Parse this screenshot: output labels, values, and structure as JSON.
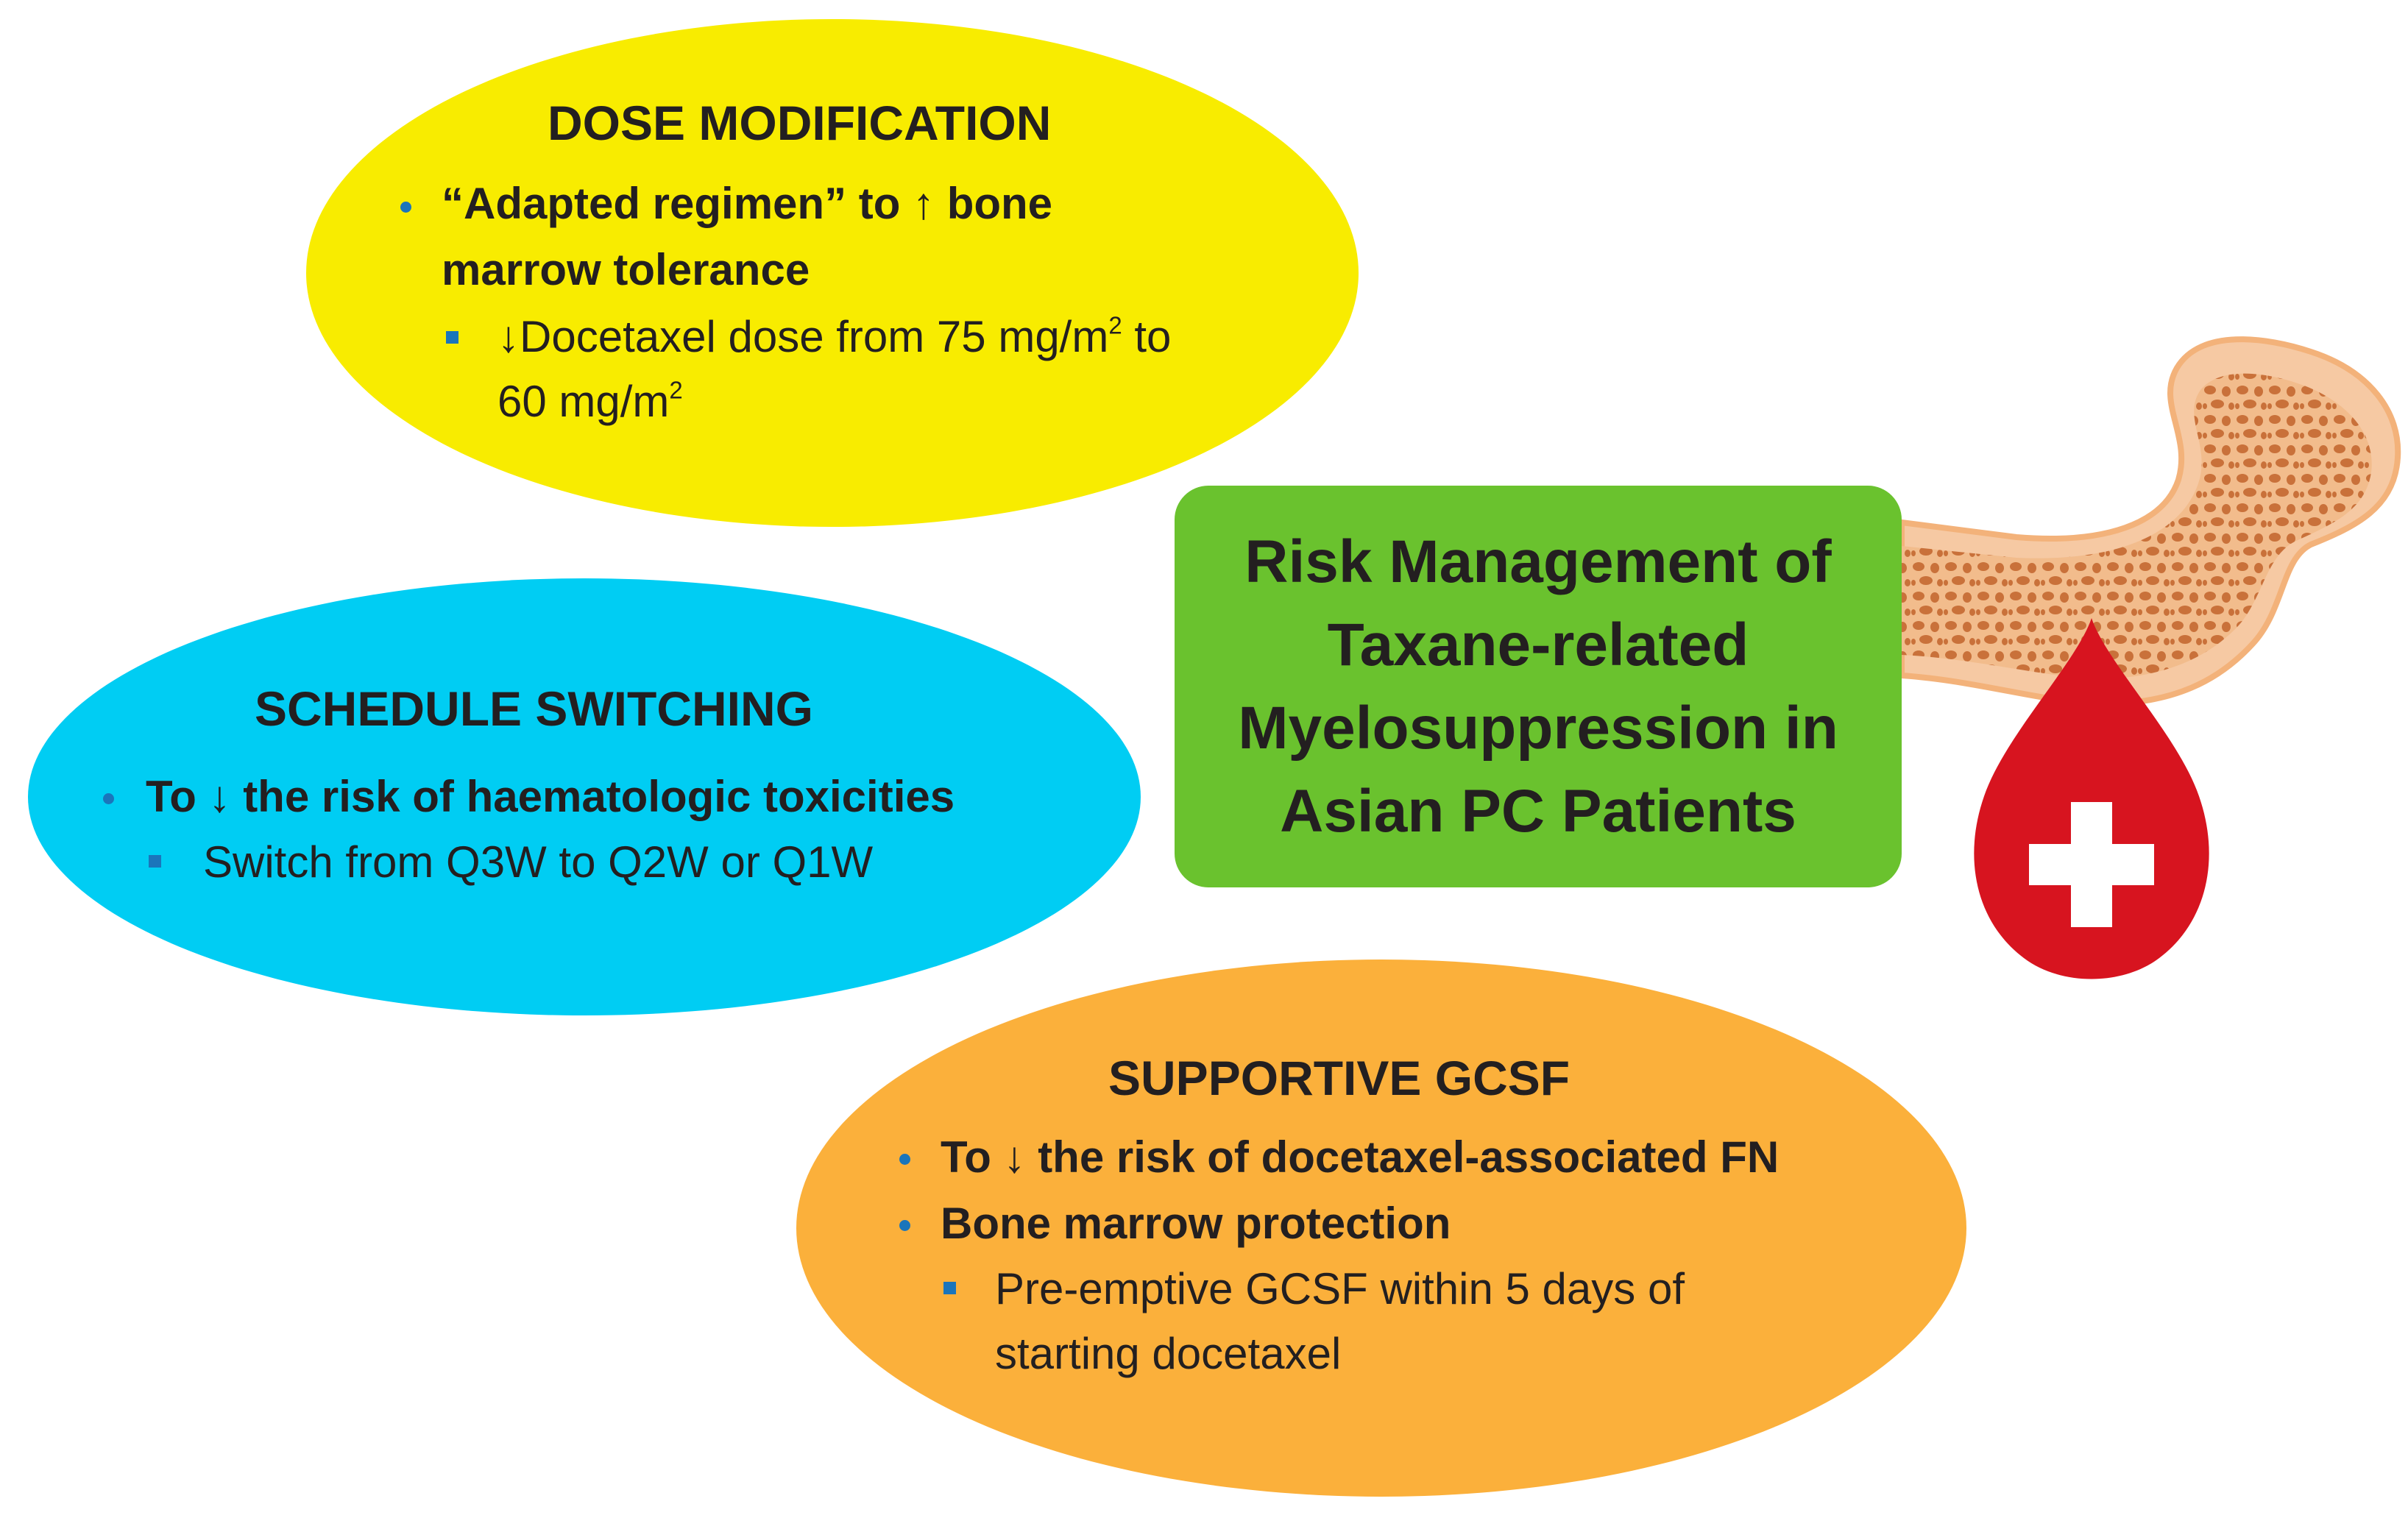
{
  "center": {
    "line1": "Risk Management of",
    "line2": "Taxane-related",
    "line3": "Myelosuppression in",
    "line4": "Asian PC Patients"
  },
  "dose": {
    "title": "DOSE MODIFICATION",
    "bullet1_line1": "“Adapted regimen” to ↑ bone",
    "bullet1_line2": "marrow tolerance",
    "sub1_part1": "↓Docetaxel dose from 75 mg/m",
    "sub1_sup1": "2",
    "sub1_part2": " to",
    "sub1_part3": "60 mg/m",
    "sub1_sup2": "2"
  },
  "schedule": {
    "title": "SCHEDULE SWITCHING",
    "bullet1": "To ↓ the risk of haematologic toxicities",
    "sub1": "Switch from Q3W to Q2W or Q1W"
  },
  "supportive": {
    "title": "SUPPORTIVE GCSF",
    "bullet1": "To ↓ the risk of docetaxel-associated FN",
    "bullet2": "Bone marrow protection",
    "sub1_line1": "Pre-emptive GCSF within 5 days of",
    "sub1_line2": "starting docetaxel"
  },
  "icons": [
    "bone-icon",
    "blood-drop-icon",
    "medical-cross-icon"
  ],
  "colors": {
    "dose_ellipse": "#f8ec00",
    "schedule_ellipse": "#00cdf3",
    "supportive_ellipse": "#fbb03b",
    "center_box": "#6ac22e",
    "bullet": "#1b75bb",
    "drop": "#d7141f",
    "bone": "#f6c9a3"
  }
}
